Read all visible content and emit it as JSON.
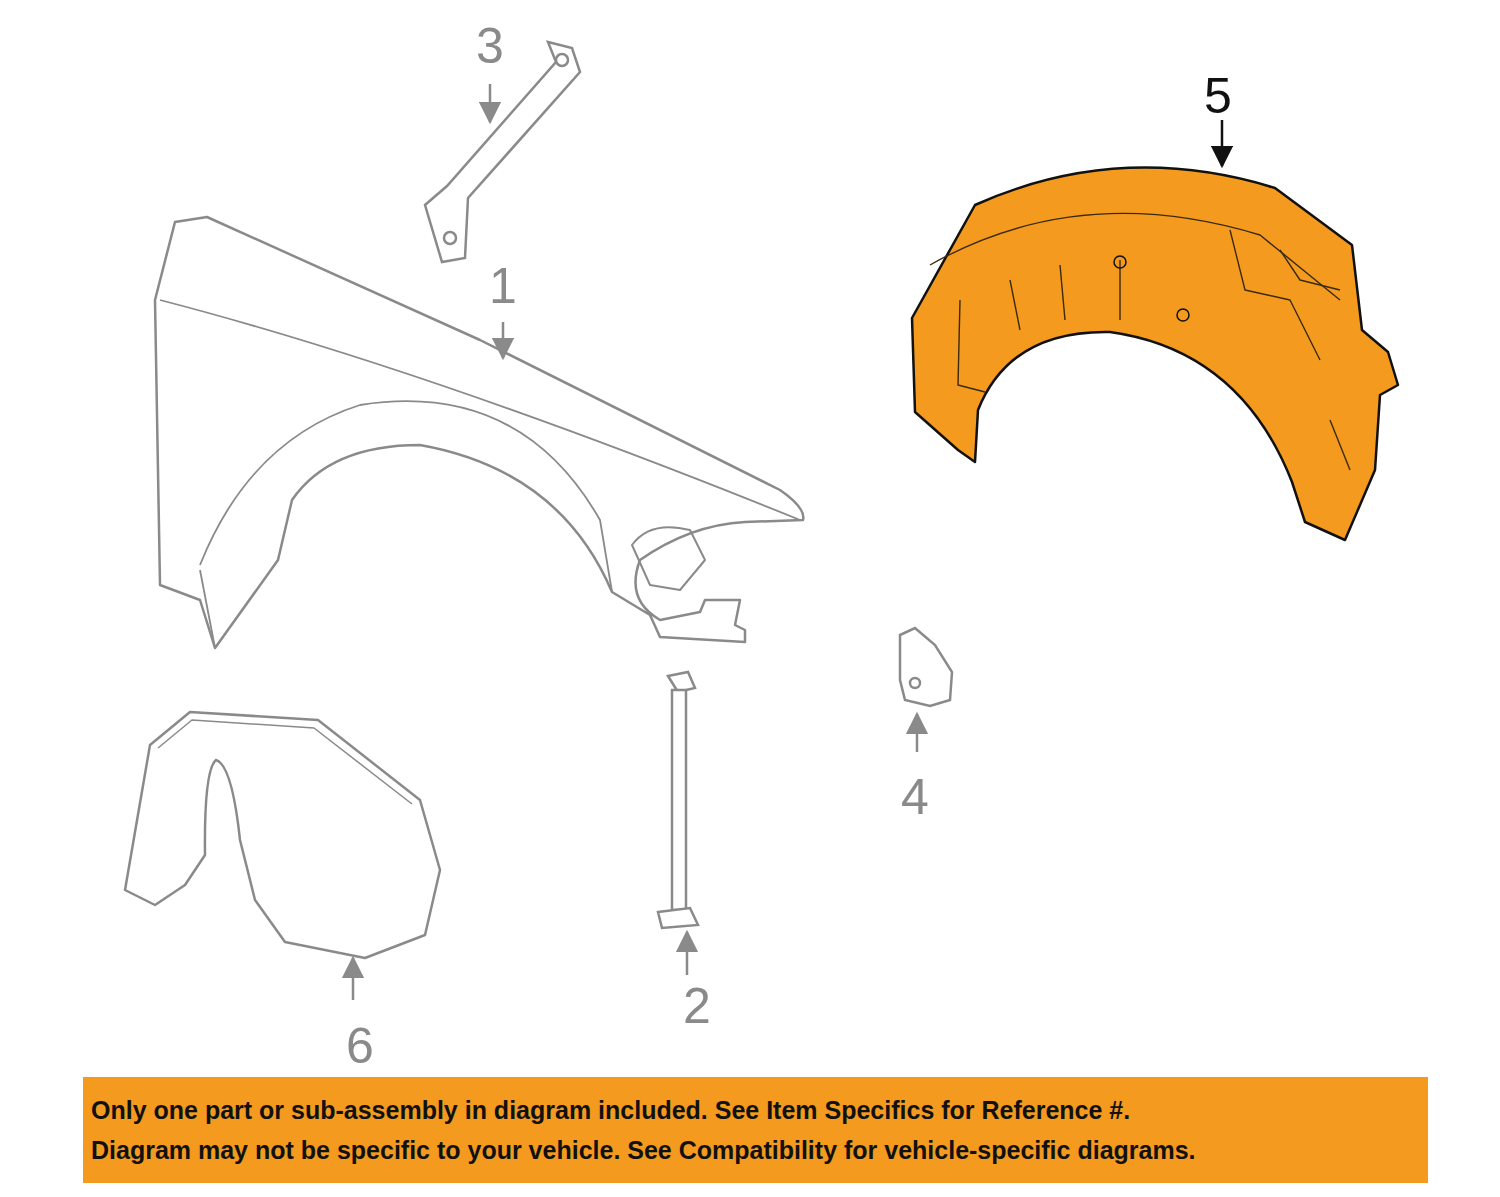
{
  "diagram": {
    "nodes": [
      {
        "text": [
          "Only one part or sub-assembly in diagram included. See Item Specifics for Reference #.",
          "Diagram may not be specific to your vehicle. See Compatibility for vehicle-specific diagrams."
        ]
      }
    ],
    "labels": [
      "3",
      "1",
      "5",
      "4",
      "6",
      "2"
    ]
  }
}
